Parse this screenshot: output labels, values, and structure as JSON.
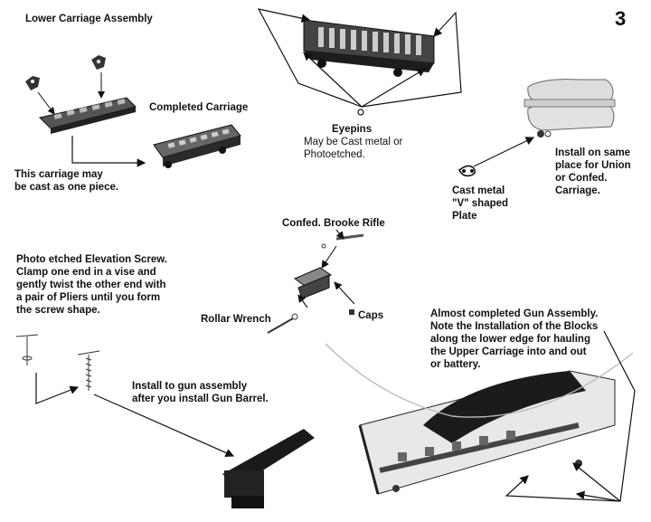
{
  "page_number": "3",
  "labels": {
    "lower_carriage": "Lower Carriage Assembly",
    "completed_carriage": "Completed Carriage",
    "cast_one_piece": [
      "This carriage may",
      "be cast as one piece."
    ],
    "eyepins_title": "Eyepins",
    "eyepins_text": [
      "May be Cast metal or",
      "Photoetched."
    ],
    "install_same_place": [
      "Install on same",
      "place for Union",
      "or Confed.",
      "Carriage."
    ],
    "cast_v_plate": [
      "Cast metal",
      "\"V\" shaped",
      "Plate"
    ],
    "confed_brooke": "Confed. Brooke Rifle",
    "photo_etched": [
      "Photo etched Elevation Screw.",
      "Clamp one end in a vise and",
      "gently twist the other end with",
      "a pair of Pliers until you form",
      "the screw shape."
    ],
    "roller_wrench": "Rollar Wrench",
    "caps": "Caps",
    "almost_completed": [
      "Almost completed Gun Assembly.",
      "Note the Installation of the Blocks",
      "along the lower edge for hauling",
      "the Upper Carriage into and out",
      "or battery."
    ],
    "install_gun": [
      "Install to gun assembly",
      "after you install Gun Barrel."
    ]
  }
}
